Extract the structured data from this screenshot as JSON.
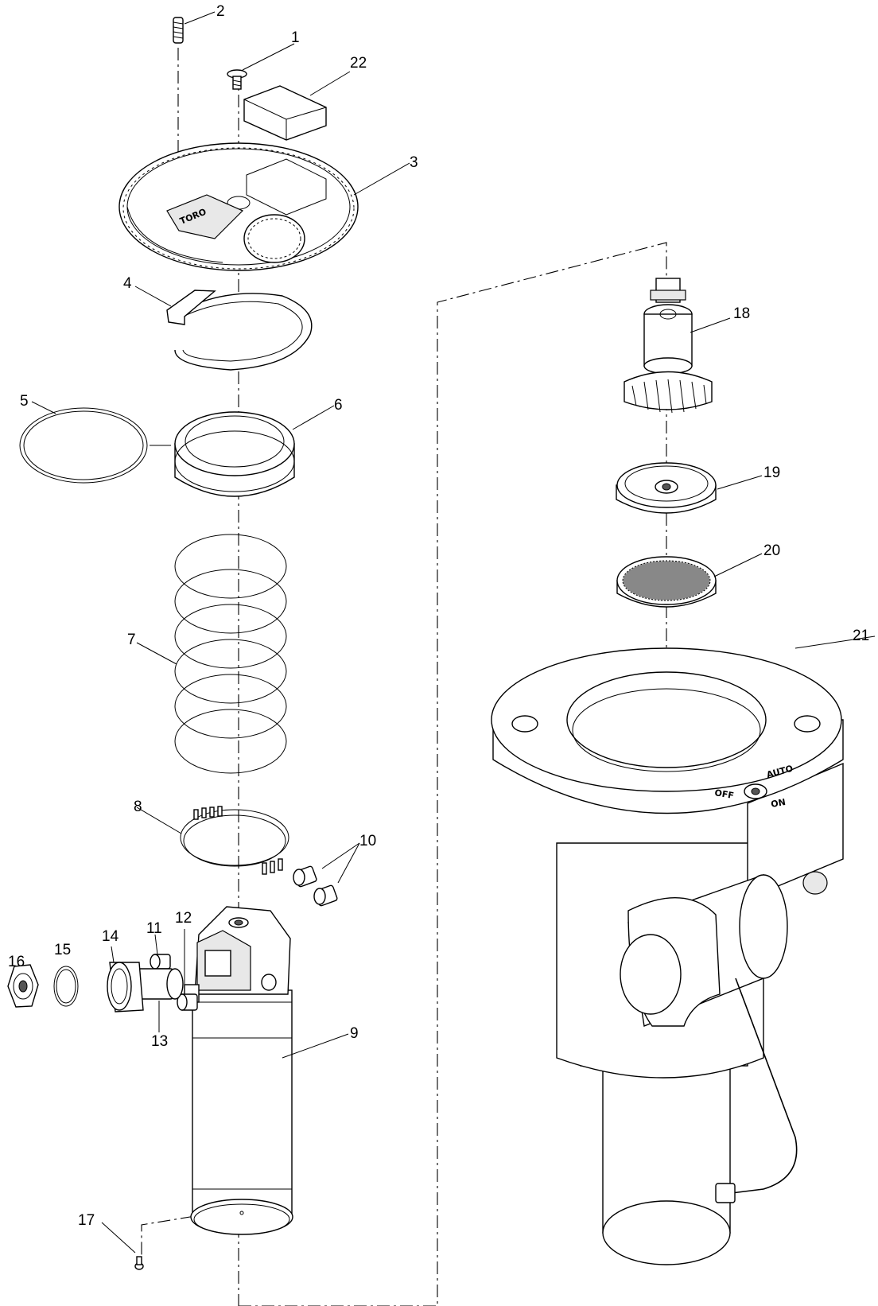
{
  "callouts": {
    "c1": "1",
    "c2": "2",
    "c3": "3",
    "c4": "4",
    "c5": "5",
    "c6": "6",
    "c7": "7",
    "c8": "8",
    "c9": "9",
    "c10": "10",
    "c11": "11",
    "c12": "12",
    "c13": "13",
    "c14": "14",
    "c15": "15",
    "c16": "16",
    "c17": "17",
    "c18": "18",
    "c19": "19",
    "c20": "20",
    "c21": "21",
    "c22": "22"
  },
  "markings": {
    "off": "OFF",
    "auto": "AUTO",
    "on": "ON",
    "brand": "TORO"
  }
}
